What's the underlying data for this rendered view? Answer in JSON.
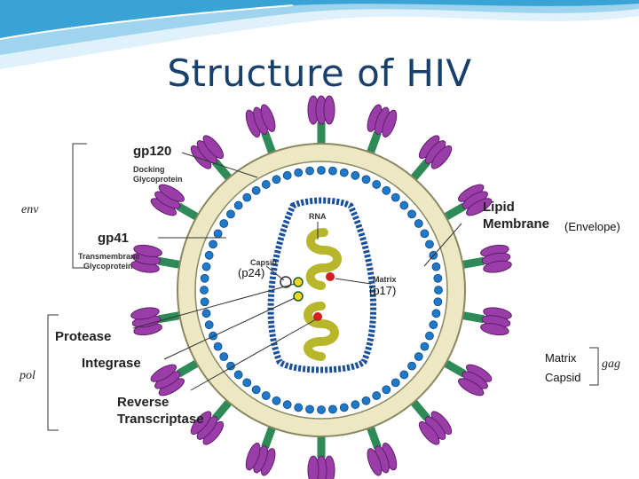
{
  "title": "Structure of HIV",
  "diagram": {
    "gp120": {
      "name": "gp120",
      "desc1": "Docking",
      "desc2": "Glycoprotein"
    },
    "gp41": {
      "name": "gp41",
      "desc1": "Transmembrane",
      "desc2": "Glycoprotein"
    },
    "lipid": {
      "line1": "Lipid",
      "line2": "Membrane"
    },
    "envelope_note": "(Envelope)",
    "rna": "RNA",
    "capsid": "Capsid",
    "p24": "(p24)",
    "matrix": "Matrix",
    "p17": "(p17)",
    "protease": "Protease",
    "integrase": "Integrase",
    "rt1": "Reverse",
    "rt2": "Transcriptase"
  },
  "genes": {
    "env": "env",
    "pol": "pol",
    "gag": "gag"
  },
  "gag_products": {
    "matrix": "Matrix",
    "capsid": "Capsid"
  },
  "colors": {
    "title": "#17406d",
    "header_wave": "#3aa3d6",
    "spike": "#9a3da8",
    "stem": "#2e8b57",
    "membrane": "#e9e4b8",
    "matrix_beads": "#1f78c8",
    "capsid_fill": "#b7b82a"
  }
}
